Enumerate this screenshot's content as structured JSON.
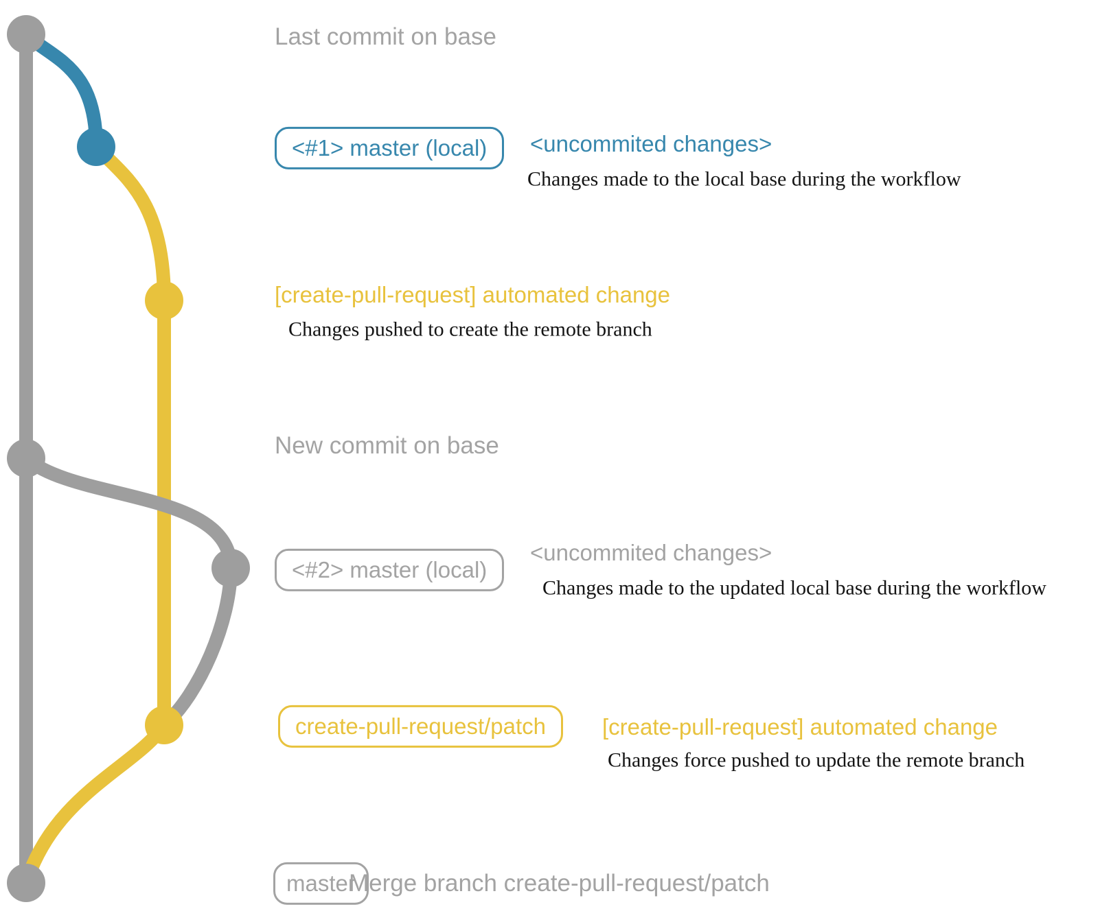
{
  "colors": {
    "background": "#ffffff",
    "gray": "#9e9e9e",
    "gray_text": "#a3a3a3",
    "blue": "#3787ad",
    "yellow": "#e8c23d",
    "description": "#141414"
  },
  "rows": {
    "last_commit_label": "Last commit on base",
    "row1": {
      "badge": "<#1> master (local)",
      "message": "<uncommited changes>",
      "description": "Changes made to the local base during the workflow"
    },
    "row2": {
      "message": "[create-pull-request] automated change",
      "description": "Changes pushed to create the remote branch"
    },
    "new_commit_label": "New commit on base",
    "row3": {
      "badge": "<#2> master (local)",
      "message": "<uncommited changes>",
      "description": "Changes made to the updated local base during the workflow"
    },
    "row4": {
      "badge": "create-pull-request/patch",
      "message": "[create-pull-request] automated change",
      "description": "Changes force pushed to update the remote branch"
    },
    "row5": {
      "badge": "master",
      "message": "Merge branch create-pull-request/patch"
    }
  }
}
